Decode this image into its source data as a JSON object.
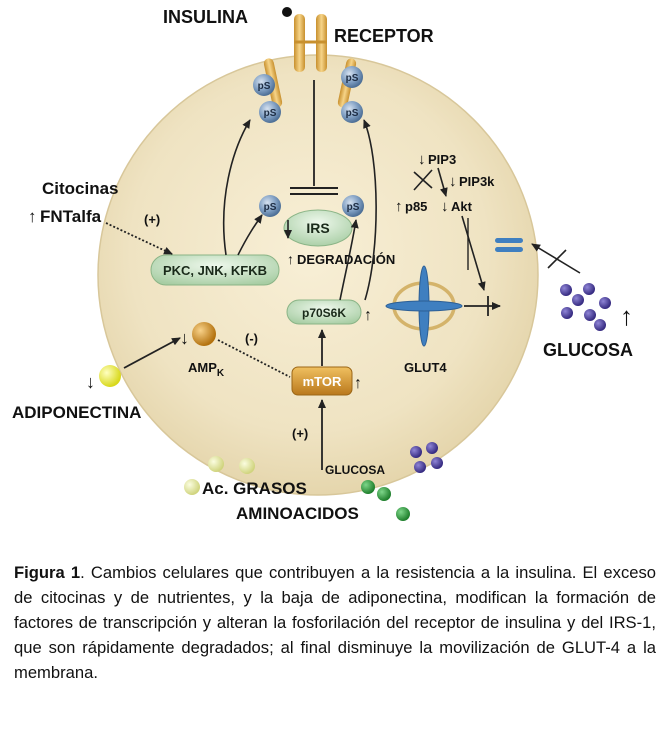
{
  "labels": {
    "insulina": "INSULINA",
    "receptor": "RECEPTOR",
    "ps": "pS",
    "citocinas": "Citocinas",
    "fntalfa": "FNTalfa",
    "plus": "(+)",
    "minus": "(-)",
    "irs": "IRS",
    "pkc": "PKC, JNK, KFKB",
    "degradacion": "DEGRADACIÓN",
    "pip3": "PIP3",
    "pip3k": "PIP3k",
    "p85": "p85",
    "akt": "Akt",
    "p70s6k": "p70S6K",
    "glut4": "GLUT4",
    "glucosa_out": "GLUCOSA",
    "ampk_main": "AMP",
    "ampk_sub": "K",
    "mtor": "mTOR",
    "adiponectina": "ADIPONECTINA",
    "glucosa_in": "GLUCOSA",
    "ac_grasos": "Ac. GRASOS",
    "aminoacidos": "AMINOACIDOS"
  },
  "caption": {
    "label": "Figura 1",
    "text": ". Cambios celulares que contribuyen a la resistencia a la insulina. El exceso de citocinas y de nutrientes, y la baja de adiponectina, modifican la formación de factores de transcripción y alteran la fosforilación del receptor de insulina y del IRS-1, que son rápidamente degradados; al final disminuye la movilización de GLUT-4 a la membrana."
  },
  "colors": {
    "cell": "#efe3c2",
    "receptor": "#e0b254",
    "ps_ball": "#6f90b5",
    "pill": "#c6e0c2",
    "glut_blue": "#3f7fc0",
    "glucose": "#4b3d96",
    "fat": "#e4e8a0",
    "amino": "#2e9b3c",
    "ampk": "#c9861c",
    "adipo": "#eaea2a"
  }
}
